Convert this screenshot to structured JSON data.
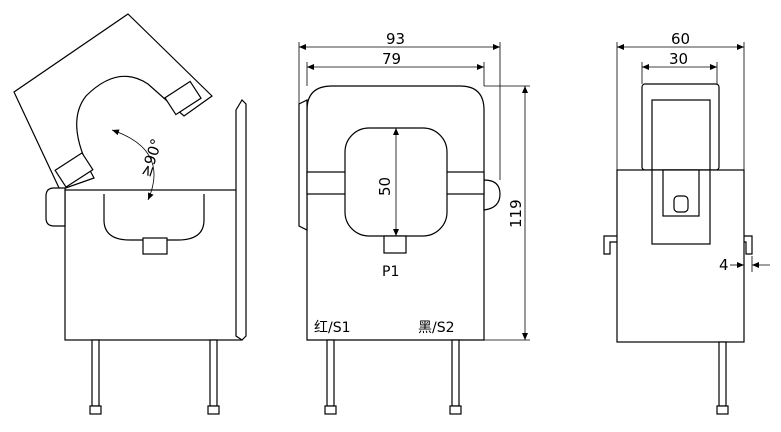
{
  "dimensions": {
    "left_view": {
      "angle": "≥90°"
    },
    "front_view": {
      "overall_width": "93",
      "inner_width": "79",
      "window_height": "50",
      "overall_height": "119",
      "terminal_label": "P1",
      "lead_left_label": "红/S1",
      "lead_right_label": "黑/S2"
    },
    "side_view": {
      "overall_width": "60",
      "inner_width": "30",
      "clip_offset": "4"
    }
  },
  "colors": {
    "line": "#000000",
    "background": "#ffffff"
  }
}
